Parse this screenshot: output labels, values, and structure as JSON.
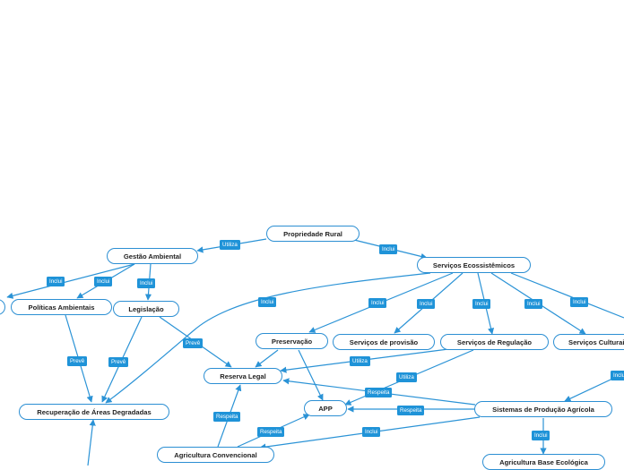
{
  "colors": {
    "line": "#2b93d6",
    "node_border": "#2c8fd3",
    "label_bg": "#1f93d8",
    "label_text": "#ffffff",
    "node_text": "#222222"
  },
  "nodes": {
    "propriedade_rural": "Propriedade Rural",
    "gestao_ambiental": "Gestão Ambiental",
    "servicos_ecossistemicos": "Serviços Ecossistêmicos",
    "politicas_ambientais": "Políticas Ambientais",
    "legislacao": "Legislação",
    "preservacao": "Preservação",
    "servicos_provisao": "Serviços de provisão",
    "servicos_regulacao": "Serviços de Regulação",
    "servicos_culturais": "Serviços Culturais",
    "reserva_legal": "Reserva Legal",
    "recuperacao_areas": "Recuperação de Áreas Degradadas",
    "app": "APP",
    "sistemas_producao": "Sistemas de Produção Agrícola",
    "agricultura_convencional": "Agricultura Convencional",
    "agricultura_ecologica": "Agricultura Base Ecológica"
  },
  "links": {
    "utiliza": "Utiliza",
    "inclui": "Inclui",
    "preve": "Prevê",
    "respeita": "Respeita"
  }
}
